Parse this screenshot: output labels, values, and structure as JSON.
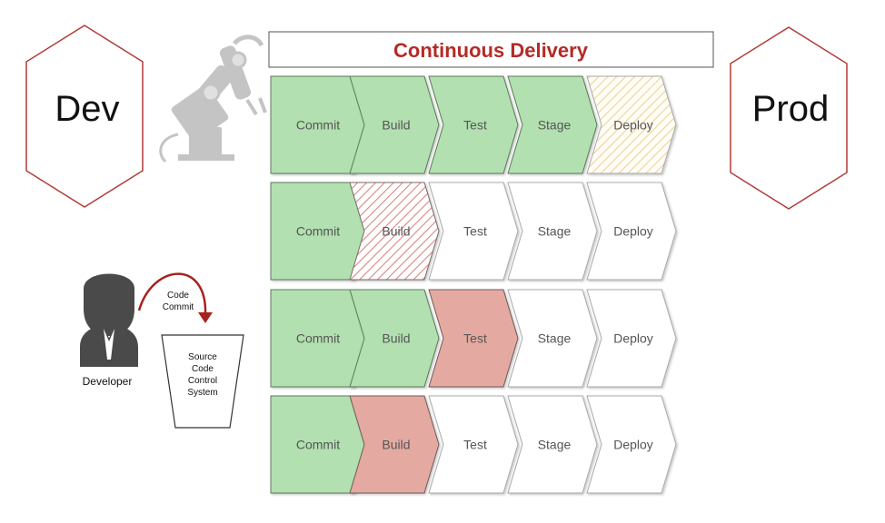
{
  "title": "Continuous Delivery",
  "left_env": "Dev",
  "right_env": "Prod",
  "developer": {
    "label": "Developer",
    "commit_label": [
      "Code",
      "Commit"
    ]
  },
  "source_control": {
    "label": [
      "Source",
      "Code",
      "Control",
      "System"
    ]
  },
  "stages": [
    "Commit",
    "Build",
    "Test",
    "Stage",
    "Deploy"
  ],
  "pipelines": [
    [
      "success",
      "success",
      "success",
      "success",
      "in-progress"
    ],
    [
      "success",
      "running",
      "pending",
      "pending",
      "pending"
    ],
    [
      "success",
      "success",
      "failed",
      "pending",
      "pending"
    ],
    [
      "success",
      "failed",
      "pending",
      "pending",
      "pending"
    ]
  ],
  "colors": {
    "success": "#b2e0b0",
    "failed": "#e4aaa2",
    "pending": "#ffffff",
    "running_stripe": "#d98882",
    "in_progress_stripe": "#ecd39c",
    "title": "#b52a25",
    "hexagon_stroke": "#b23a35",
    "robot": "#bdbdbd"
  }
}
